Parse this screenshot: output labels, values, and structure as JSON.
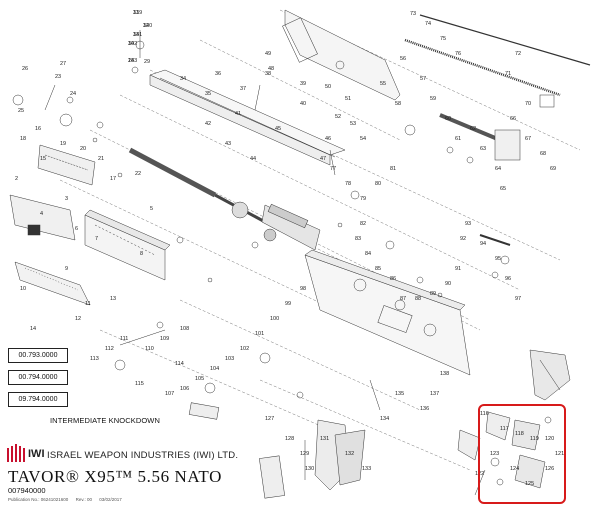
{
  "part_numbers": [
    "31",
    "32",
    "33",
    "30",
    "28",
    "29",
    "26",
    "27",
    "25",
    "23",
    "24",
    "16",
    "18",
    "19",
    "20",
    "21",
    "15",
    "17",
    "2",
    "3",
    "4",
    "5",
    "6",
    "7",
    "8",
    "9",
    "10",
    "11",
    "12",
    "13",
    "14",
    "22",
    "34",
    "35",
    "36",
    "37",
    "38",
    "39",
    "40",
    "41",
    "42",
    "43",
    "44",
    "45",
    "46",
    "47",
    "48",
    "49",
    "50",
    "51",
    "52",
    "53",
    "54",
    "55",
    "56",
    "57",
    "58",
    "59",
    "60",
    "61",
    "62",
    "63",
    "64",
    "65",
    "66",
    "67",
    "68",
    "69",
    "70",
    "71",
    "72",
    "73",
    "74",
    "75",
    "76",
    "77",
    "78",
    "79",
    "80",
    "81",
    "82",
    "83",
    "84",
    "85",
    "86",
    "87",
    "88",
    "89",
    "90",
    "91",
    "92",
    "93",
    "94",
    "95",
    "96",
    "97",
    "98",
    "99",
    "100",
    "101",
    "102",
    "103",
    "104",
    "105",
    "106",
    "107",
    "108",
    "109",
    "110",
    "111",
    "112",
    "113",
    "114",
    "115",
    "116",
    "117",
    "118",
    "119",
    "120",
    "121",
    "122",
    "123",
    "124",
    "125",
    "126",
    "127",
    "128",
    "129",
    "130",
    "131",
    "132",
    "133",
    "134",
    "135",
    "136",
    "137",
    "138",
    "139",
    "140",
    "141",
    "142",
    "143"
  ],
  "references": [
    "00.793.0000",
    "00.794.0000",
    "09.794.0000"
  ],
  "knockdown_label": "INTERMEDIATE KNOCKDOWN",
  "company": "ISRAEL WEAPON INDUSTRIES (IWI) LTD.",
  "product": "TAVOR® X95™ 5.56 NATO",
  "doc_number": "007940000",
  "publication": "Publication No.: 06241021600",
  "revision": "Rev.: 00",
  "date": "03/02/2017",
  "logo_text": "IWI",
  "colors": {
    "ink": "#222222",
    "highlight": "#d71a1a",
    "logo_red": "#c8102e"
  }
}
